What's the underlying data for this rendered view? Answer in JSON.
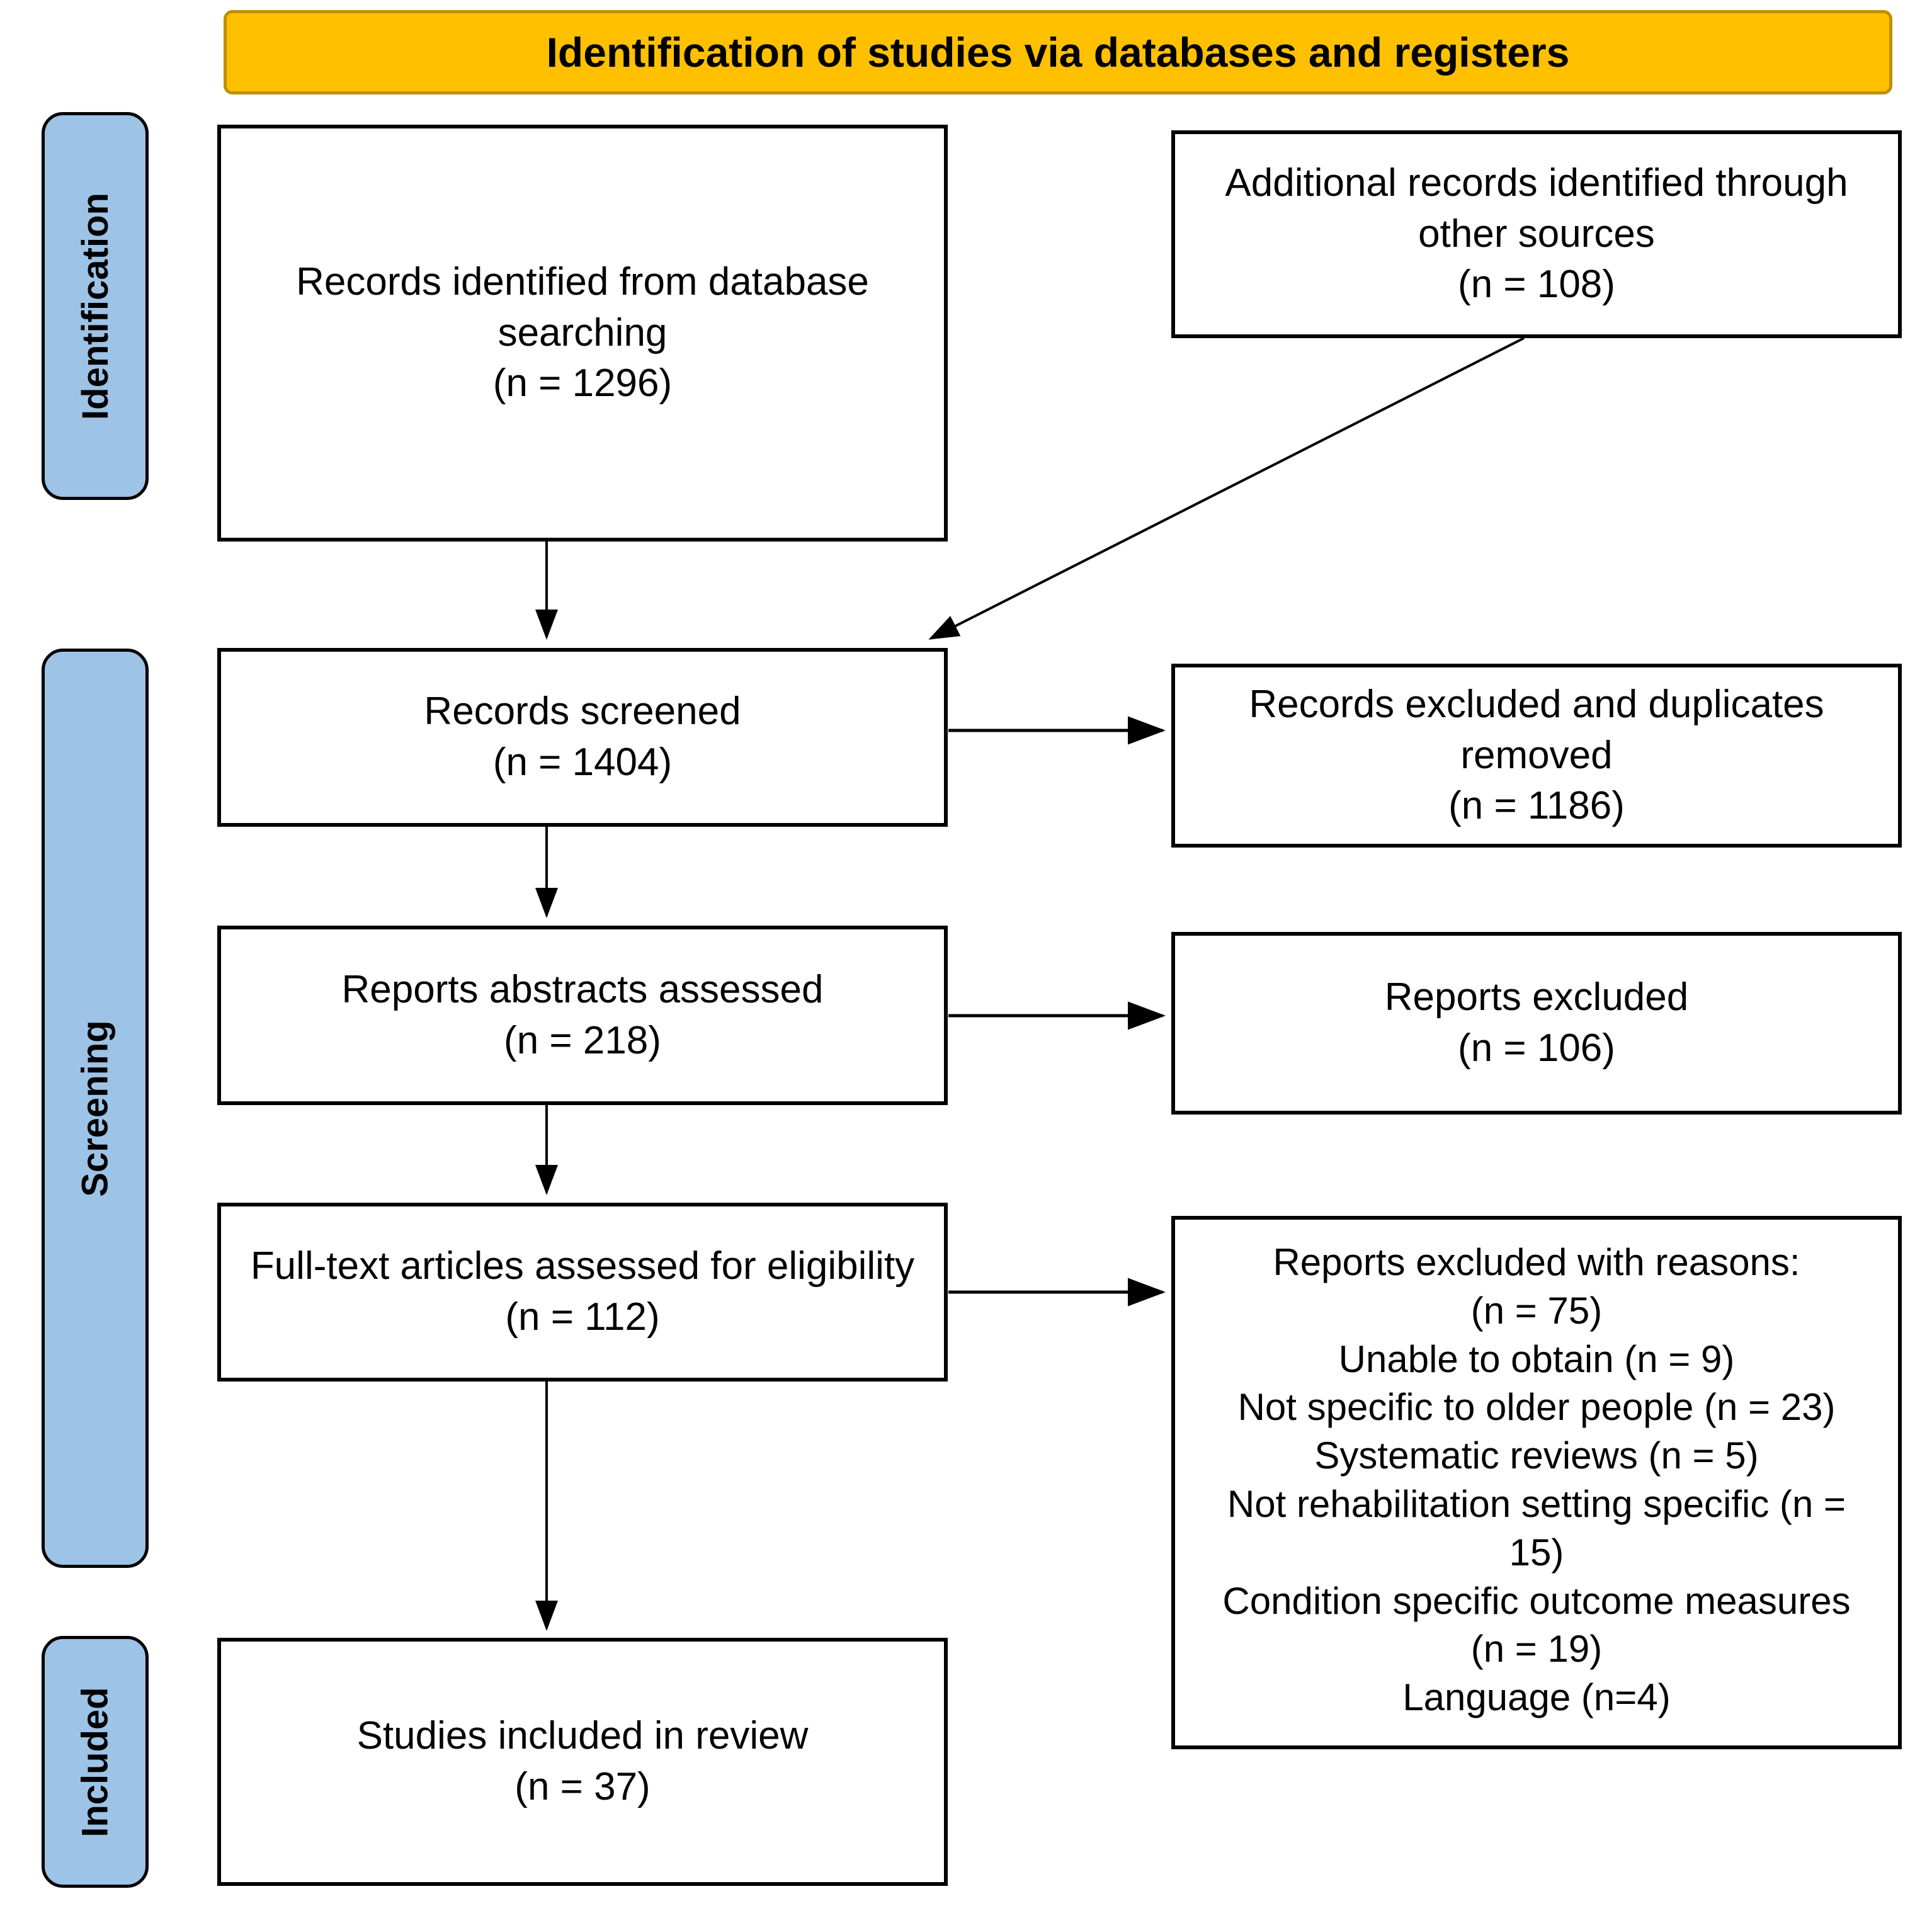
{
  "banner": {
    "title": "Identification of studies via databases and registers"
  },
  "sidebar": {
    "identification": "Identification",
    "screening": "Screening",
    "included": "Included"
  },
  "boxes": {
    "db_search": {
      "label": "Records identified from database searching",
      "n": "(n = 1296)"
    },
    "other_sources": {
      "label": "Additional records identified through other sources",
      "n": "(n = 108)"
    },
    "screened": {
      "label": "Records screened",
      "n": "(n = 1404)"
    },
    "dup_removed": {
      "label": "Records excluded and duplicates removed",
      "n": "(n = 1186)"
    },
    "abstracts": {
      "label": "Reports abstracts assessed",
      "n": "(n = 218)"
    },
    "reports_excluded": {
      "label": "Reports excluded",
      "n": "(n = 106)"
    },
    "fulltext": {
      "label": "Full-text articles assessed for eligibility",
      "n": "(n = 112)"
    },
    "reasons": {
      "title": "Reports excluded with reasons:",
      "n": "(n = 75)",
      "items": [
        "Unable to obtain (n = 9)",
        "Not specific to older people (n = 23)",
        "Systematic reviews (n = 5)",
        "Not rehabilitation setting specific (n = 15)",
        "Condition specific outcome measures (n = 19)",
        "Language (n=4)"
      ]
    },
    "included_review": {
      "label": "Studies included in review",
      "n": "(n = 37)"
    }
  },
  "colors": {
    "banner_bg": "#FFC000",
    "banner_border": "#BF9000",
    "sidebar_bg": "#9DC3E6",
    "box_bg": "#FFFFFF",
    "line": "#000000",
    "background": "#FFFFFF"
  }
}
